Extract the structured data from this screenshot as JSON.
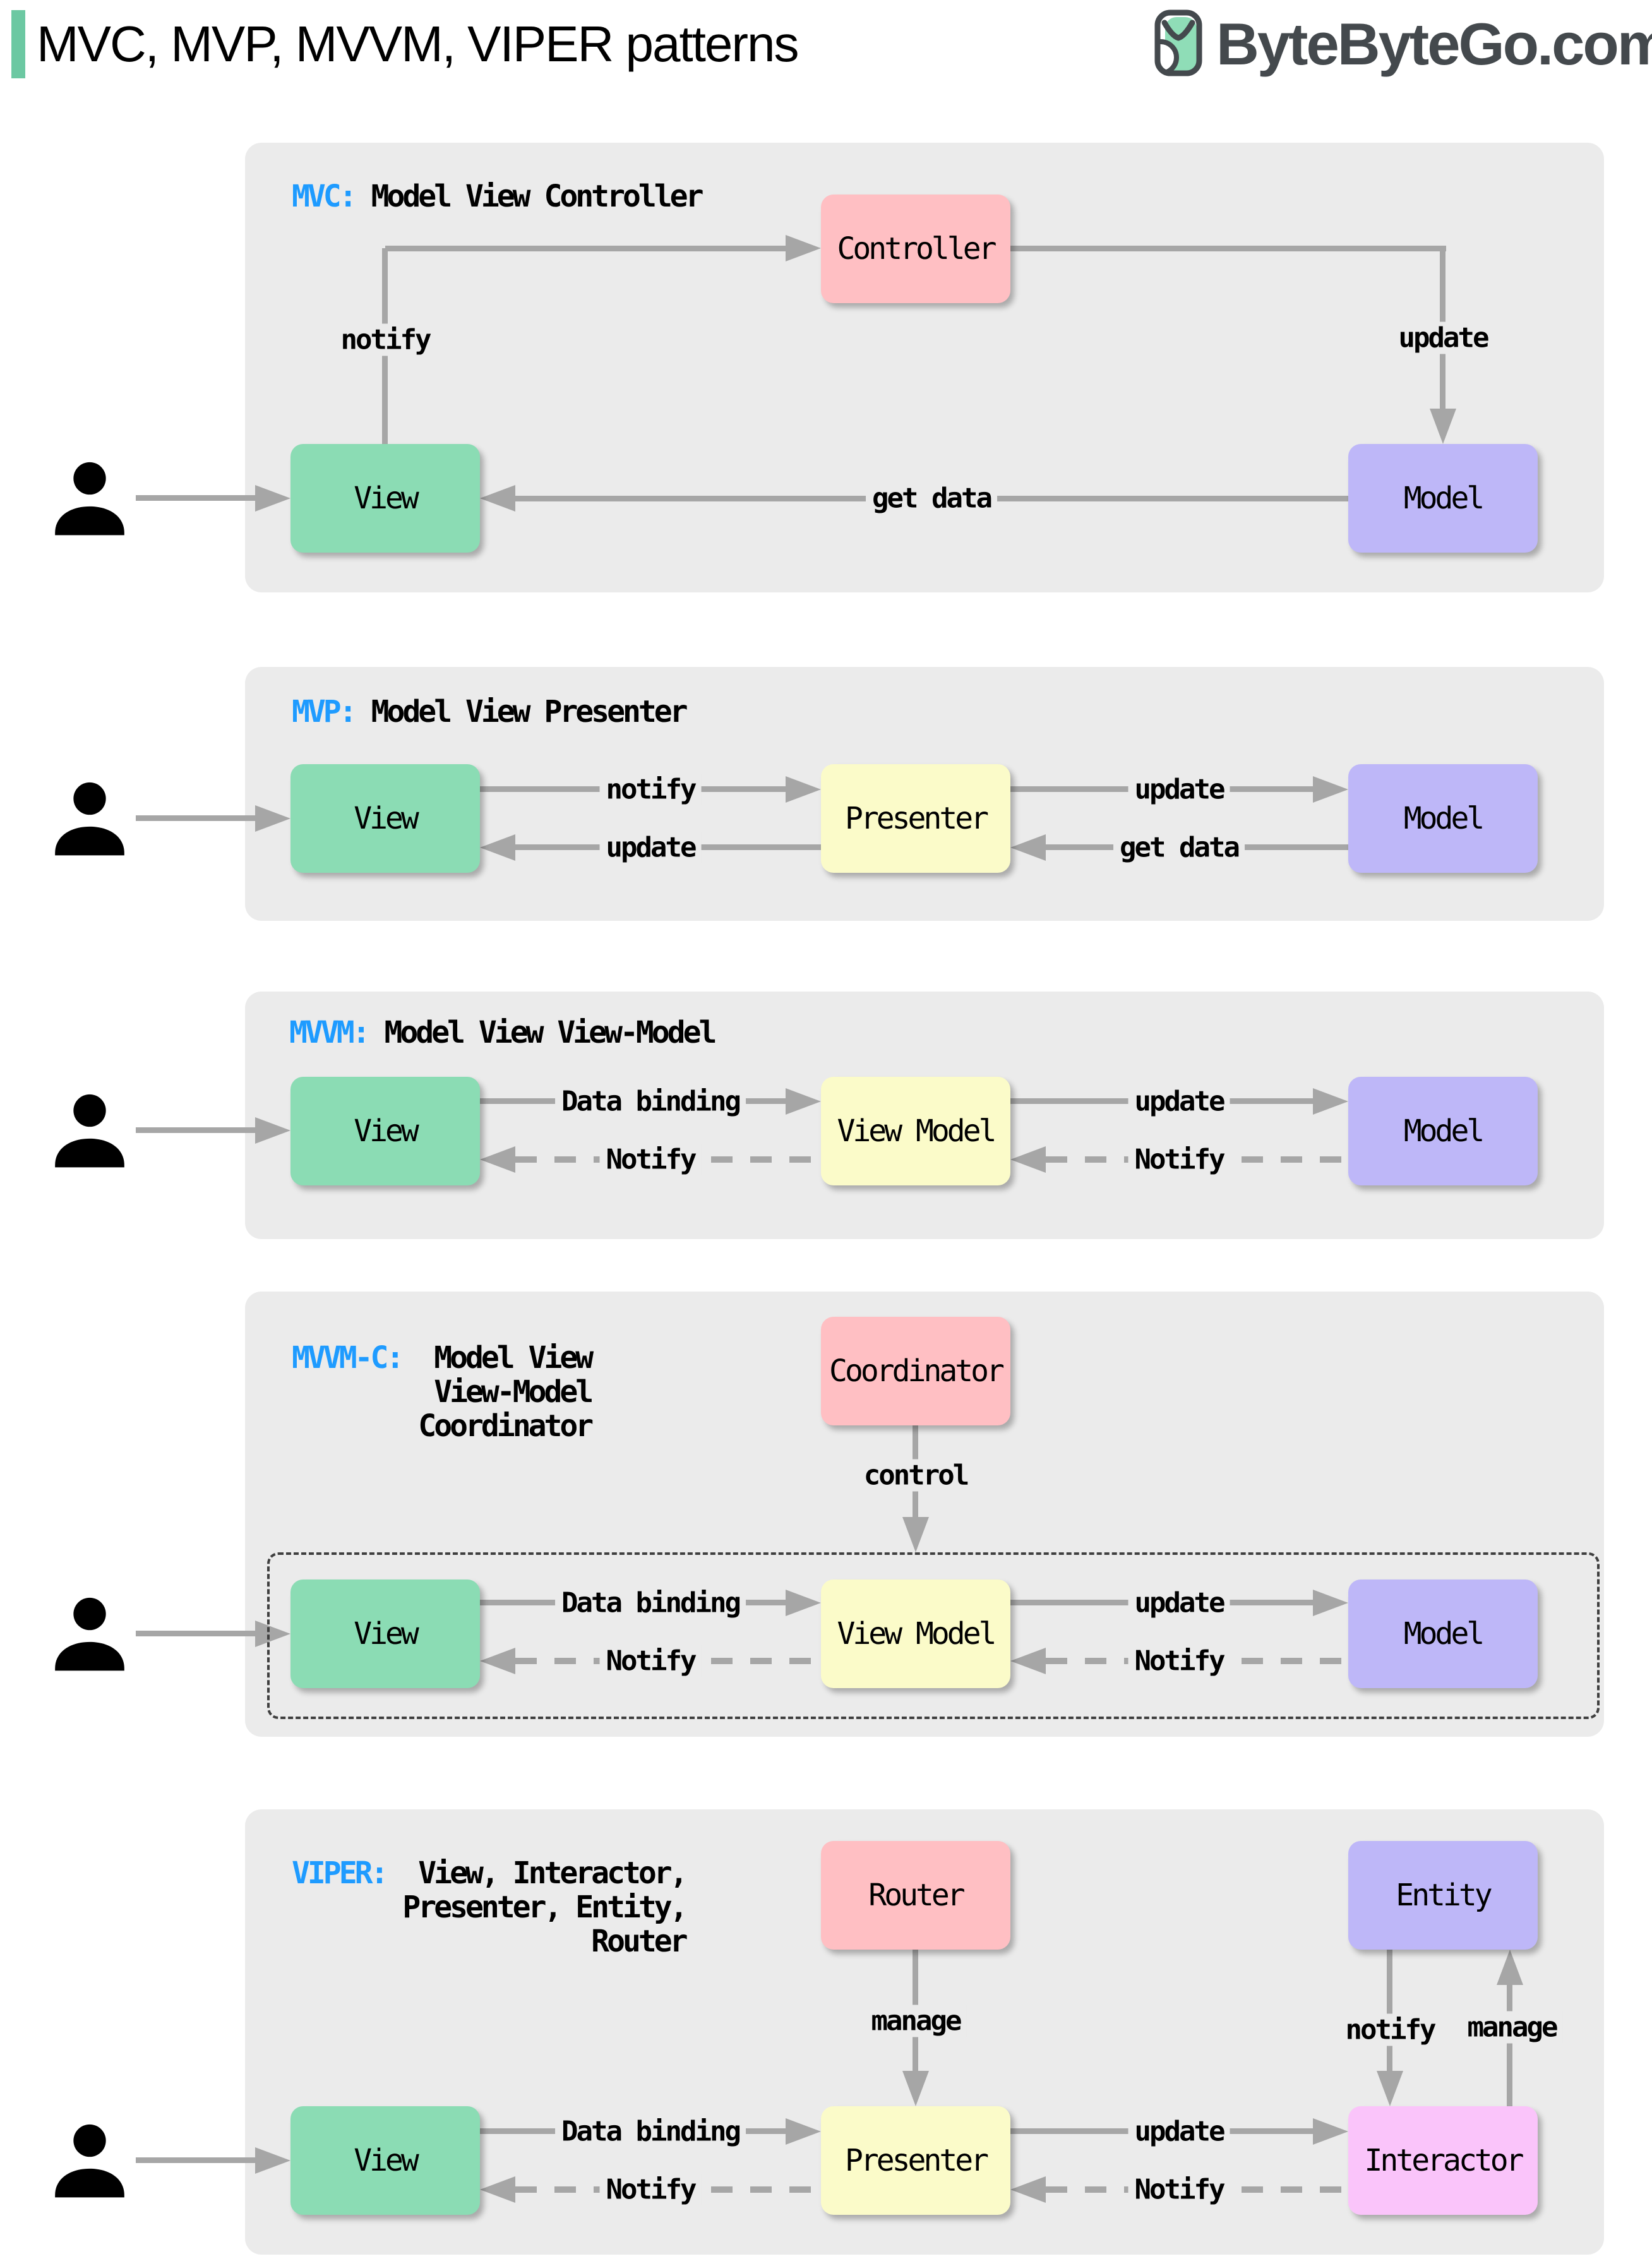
{
  "header": {
    "title": "MVC, MVP, MVVM, VIPER patterns",
    "logo_text": "ByteByteGo.com"
  },
  "icons": {
    "logo": "bytebytego-bird-icon",
    "user": "person-icon"
  },
  "colors": {
    "accent": "#6CC8A2",
    "panel_bg": "#EBEBEB",
    "acronym_blue": "#1E9BFF",
    "arrow_gray": "#A6A6A6",
    "box_green": "#8BDCB4",
    "box_pink": "#FFBFC3",
    "box_purple": "#BEB7F8",
    "box_yellow": "#FBFBC9",
    "box_magenta": "#FAC4FA",
    "logo_dark": "#44494D"
  },
  "panels": {
    "mvc": {
      "acronym": "MVC:",
      "title": "Model View Controller",
      "boxes": {
        "controller": "Controller",
        "view": "View",
        "model": "Model"
      },
      "labels": {
        "notify": "notify",
        "update": "update",
        "get_data": "get data"
      }
    },
    "mvp": {
      "acronym": "MVP:",
      "title": "Model View Presenter",
      "boxes": {
        "view": "View",
        "presenter": "Presenter",
        "model": "Model"
      },
      "labels": {
        "notify": "notify",
        "update_view": "update",
        "update_model": "update",
        "get_data": "get data"
      }
    },
    "mvvm": {
      "acronym": "MVVM:",
      "title": "Model View View-Model",
      "boxes": {
        "view": "View",
        "view_model": "View Model",
        "model": "Model"
      },
      "labels": {
        "data_binding": "Data binding",
        "notify_view": "Notify",
        "update": "update",
        "notify_view_model": "Notify"
      }
    },
    "mvvmc": {
      "acronym": "MVVM-C:",
      "title_lines": [
        "Model View",
        "View-Model",
        "Coordinator"
      ],
      "boxes": {
        "coordinator": "Coordinator",
        "view": "View",
        "view_model": "View Model",
        "model": "Model"
      },
      "labels": {
        "control": "control",
        "data_binding": "Data binding",
        "notify_view": "Notify",
        "update": "update",
        "notify_view_model": "Notify"
      }
    },
    "viper": {
      "acronym": "VIPER:",
      "title_lines": [
        "View, Interactor,",
        "Presenter, Entity,",
        "Router"
      ],
      "boxes": {
        "router": "Router",
        "entity": "Entity",
        "view": "View",
        "presenter": "Presenter",
        "interactor": "Interactor"
      },
      "labels": {
        "manage_presenter": "manage",
        "notify_interactor": "notify",
        "manage_entity": "manage",
        "data_binding": "Data binding",
        "notify_view": "Notify",
        "update": "update",
        "notify_presenter": "Notify"
      }
    }
  }
}
